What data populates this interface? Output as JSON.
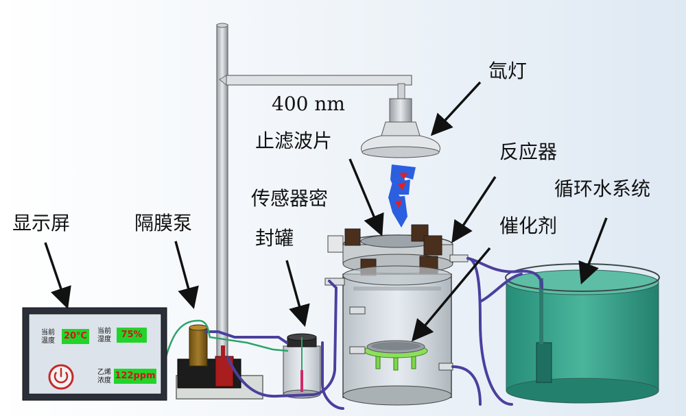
{
  "labels": {
    "xenon_lamp": "氙灯",
    "filter_wavelength": "400 nm",
    "filter": "止滤波片",
    "reactor": "反应器",
    "circulating_water": "循环水系统",
    "sensor_jar_line1": "传感器密",
    "sensor_jar_line2": "封罐",
    "catalyst": "催化剂",
    "display": "显示屏",
    "pump": "隔膜泵"
  },
  "display_panel": {
    "temp_label_1": "当前",
    "temp_label_2": "温度",
    "temp_value": "20°C",
    "humidity_label_1": "当前",
    "humidity_label_2": "湿度",
    "humidity_value": "75%",
    "ethylene_label_1": "乙烯",
    "ethylene_label_2": "浓度",
    "ethylene_value": "122ppm"
  },
  "colors": {
    "lcd_value_bg": "#22d42a",
    "lcd_value_text": "#d3141e",
    "water": "#2e9e86",
    "tubing": "#4b3f9e",
    "light_beam": "#2b5fe0"
  }
}
